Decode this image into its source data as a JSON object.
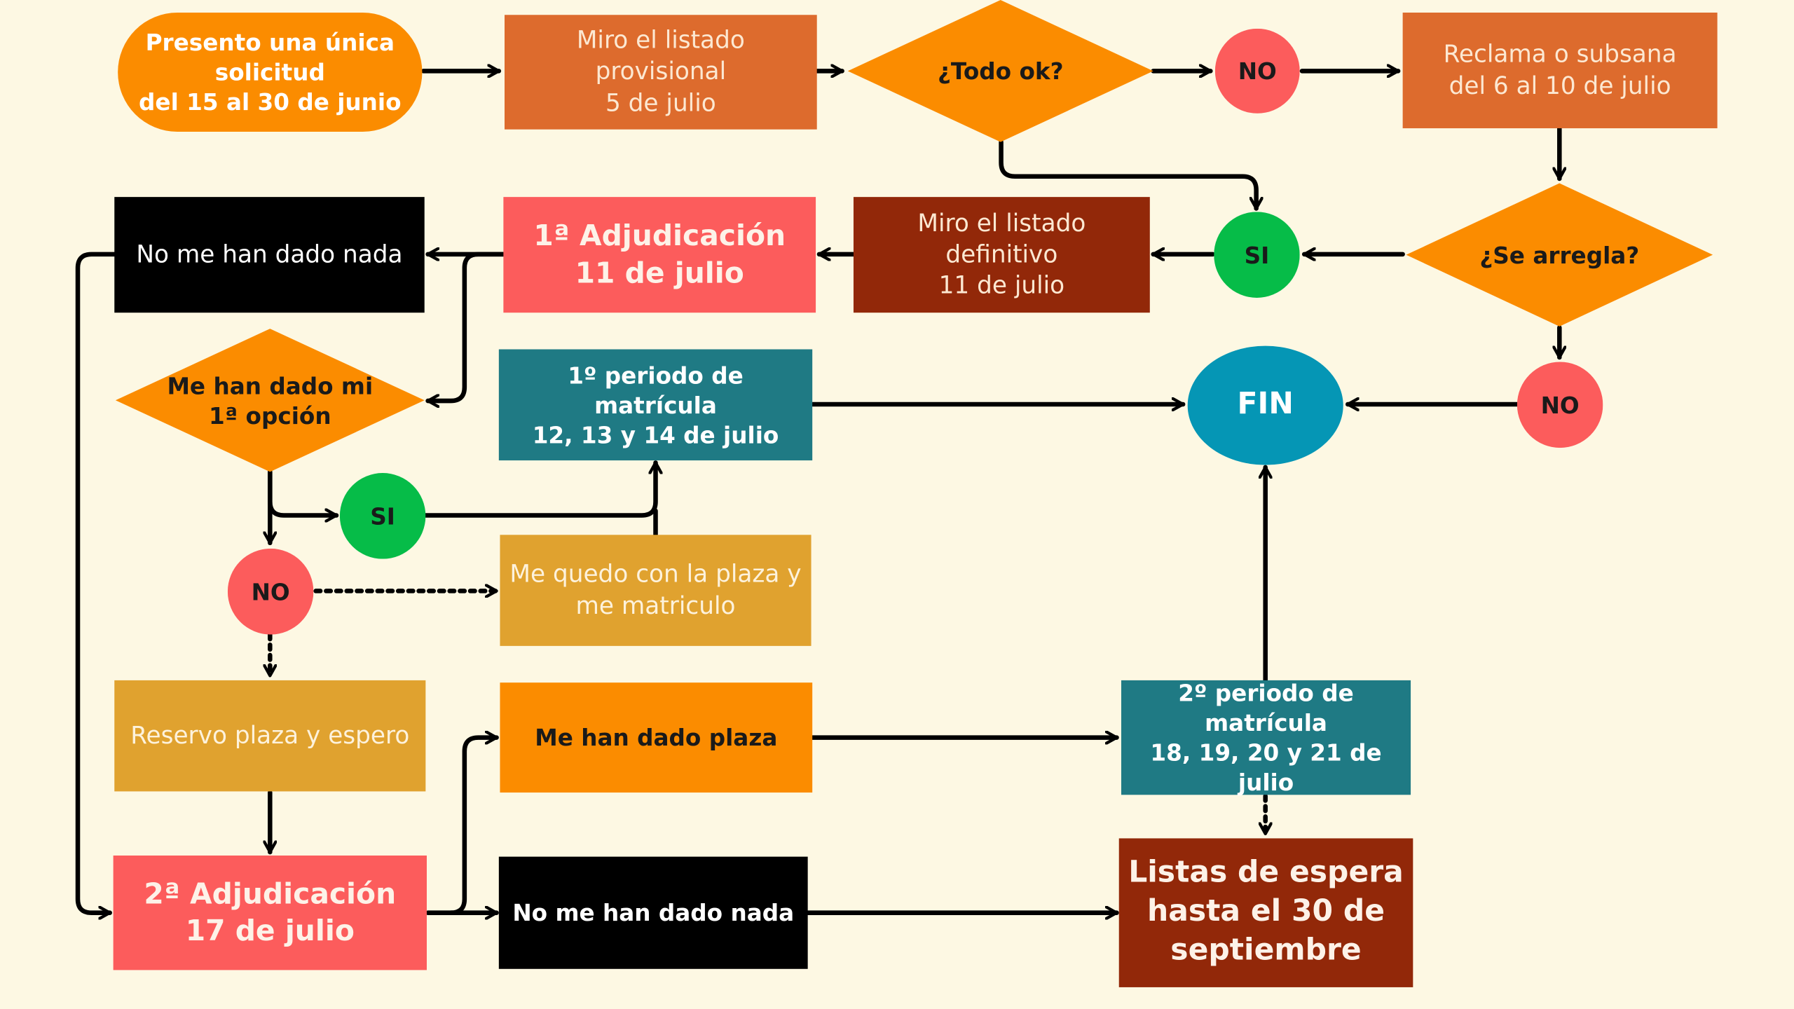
{
  "colors": {
    "background": "#fdf8e3",
    "orange": "#fb8c00",
    "burnt_orange": "#dd6b2d",
    "dark_red": "#922809",
    "coral": "#fc5c5c",
    "black": "#000000",
    "teal": "#1f7a84",
    "mustard": "#e0a22f",
    "green": "#06bc48",
    "blue": "#0596b5",
    "line": "#000000"
  },
  "nodes": {
    "inicio": "Presento una única\nsolicitud\ndel 15 al 30 de junio",
    "provisional": "Miro el listado\nprovisional\n5 de julio",
    "todo_ok": "¿Todo ok?",
    "no_todo": "NO",
    "reclama": "Reclama o subsana\ndel 6 al 10 de julio",
    "se_arregla": "¿Se arregla?",
    "si_arregla": "SI",
    "no_arregla": "NO",
    "definitivo": "Miro el listado\ndefinitivo\n11 de julio",
    "adjudicacion1": "1ª Adjudicación\n11 de julio",
    "nada1": "No me han dado nada",
    "primera_opcion": "Me han dado mi\n1ª opción",
    "periodo1": "1º periodo de matrícula\n12, 13 y 14 de julio",
    "fin": "FIN",
    "si_opcion": "SI",
    "no_opcion": "NO",
    "me_quedo": "Me quedo con la plaza y\nme  matriculo",
    "reservo": "Reservo plaza y espero",
    "adjudicacion2": "2ª Adjudicación\n17 de julio",
    "plaza": "Me han dado plaza",
    "nada2": "No me han dado nada",
    "periodo2": "2º periodo de\nmatrícula\n18, 19, 20 y 21 de julio",
    "listas": "Listas de espera\nhasta el 30 de\nseptiembre"
  }
}
